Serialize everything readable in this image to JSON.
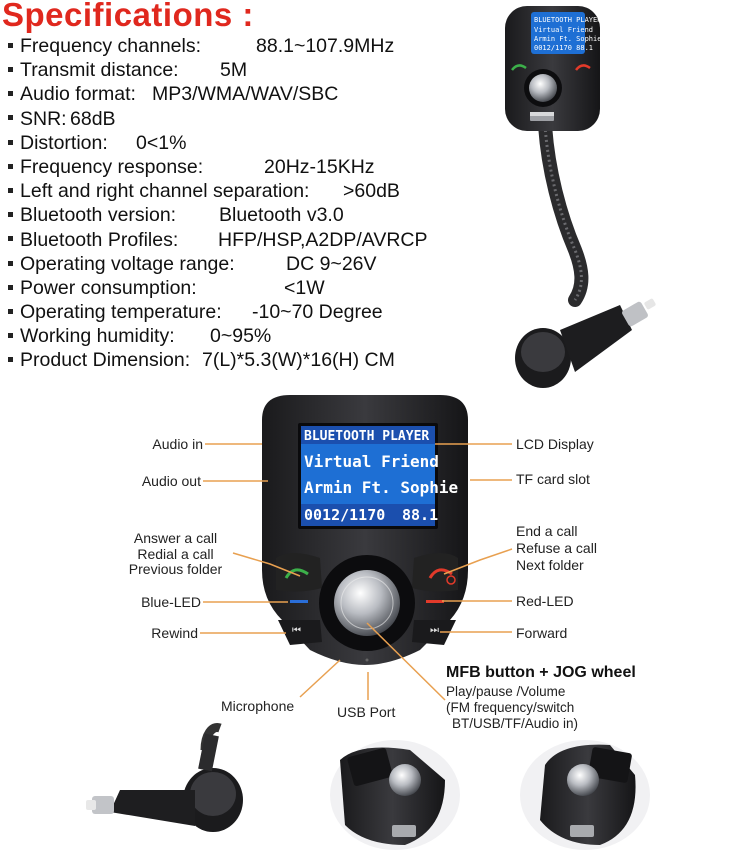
{
  "title": "Specifications :",
  "specs": [
    {
      "label": "Frequency channels:",
      "value": "88.1~107.9MHz"
    },
    {
      "label": "Transmit distance:",
      "value": "5M"
    },
    {
      "label": "Audio format:",
      "value": "MP3/WMA/WAV/SBC"
    },
    {
      "label": "SNR:",
      "value": "68dB"
    },
    {
      "label": "Distortion:",
      "value": "0<1%"
    },
    {
      "label": "Frequency response:",
      "value": "20Hz-15KHz"
    },
    {
      "label": "Left and right channel separation:",
      "value": ">60dB"
    },
    {
      "label": "Bluetooth version:",
      "value": "Bluetooth v3.0"
    },
    {
      "label": "Bluetooth Profiles:",
      "value": "HFP/HSP,A2DP/AVRCP"
    },
    {
      "label": "Operating voltage range:",
      "value": "DC 9~26V"
    },
    {
      "label": "Power consumption:",
      "value": "<1W"
    },
    {
      "label": "Operating temperature:",
      "value": "-10~70 Degree"
    },
    {
      "label": "Working humidity:",
      "value": "0~95%"
    },
    {
      "label": "Product Dimension:",
      "value": "7(L)*5.3(W)*16(H) CM"
    }
  ],
  "lcd": {
    "line1": "BLUETOOTH PLAYER",
    "line2": "Virtual Friend",
    "line3": "Armin Ft. Sophie",
    "track": "0012/1170",
    "freq": "88.1"
  },
  "small_lcd": {
    "line1": "BLUETOOTH PLAYER",
    "line2": "Virtual Friend",
    "line3": "Armin Ft. Sophie",
    "line4": "0012/1170  88.1"
  },
  "labels": {
    "audio_in": "Audio in",
    "audio_out": "Audio out",
    "answer_call": "Answer a call",
    "redial_call": "Redial a call",
    "previous_folder": "Previous folder",
    "blue_led": "Blue-LED",
    "rewind": "Rewind",
    "microphone": "Microphone",
    "usb_port": "USB Port",
    "lcd_display": "LCD Display",
    "tf_card_slot": "TF card slot",
    "end_call": "End a call",
    "refuse_call": "Refuse a call",
    "next_folder": "Next folder",
    "red_led": "Red-LED",
    "forward": "Forward",
    "mfb_title": "MFB button + JOG wheel",
    "mfb_line1": "Play/pause /Volume",
    "mfb_line2": "(FM frequency/switch",
    "mfb_line3": "BT/USB/TF/Audio in)"
  },
  "colors": {
    "title": "#e0281e",
    "lcd_bg": "#1e6fd4",
    "lcd_text": "#ffffff",
    "leader_line": "#e8a050",
    "body": "#2a2a2c"
  }
}
